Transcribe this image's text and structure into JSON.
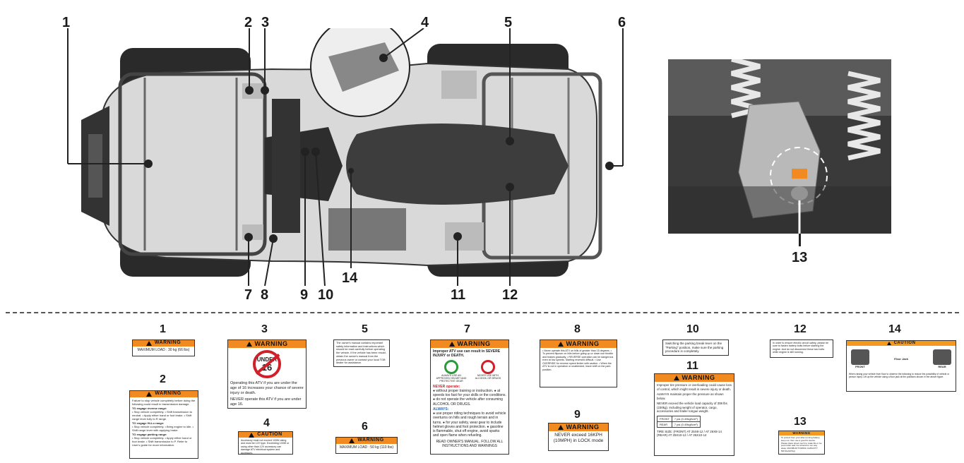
{
  "callouts": [
    "1",
    "2",
    "3",
    "4",
    "5",
    "6",
    "7",
    "8",
    "9",
    "10",
    "11",
    "12",
    "13",
    "14"
  ],
  "labels": {
    "l1": {
      "num": "1",
      "header": "WARNING",
      "text": "MAXIMUM LOAD : 30 kg (66 lbs)"
    },
    "l2": {
      "num": "2",
      "header": "WARNING",
      "text": "Failure to stop vehicle completely before doing the following could result in transmission damage.",
      "s1": "TO engage reverse range:",
      "s1b": "• Stop vehicle completely. • Shift transmission to neutral. • Apply either hand or foot brake. • Shift range lever fully to R range.",
      "s2": "TO engage Hi-Lo range:",
      "s2b": "• Stop vehicle completely. • Bring engine to idle. • Shift range lever with applying brake.",
      "s3": "TO engage parking range:",
      "s3b": "• Stop vehicle completely. • Apply either hand or foot brake. • Shift transmission to P. Refer to User's guide for more information."
    },
    "l3": {
      "num": "3",
      "header": "WARNING",
      "under": "UNDER",
      "age": "16",
      "text": "Operating this ATV if you are under the age of 16 increases your chance of severe injury or death.",
      "never": "NEVER operate this ATV if you are under age 16."
    },
    "l4": {
      "num": "4",
      "header": "CAUTION",
      "text": "Accessory must not exceed 100W rating and must be 12V type. Exceeding 100W or using other than 12V accessory can damage ATV electrical system and accessory."
    },
    "l5": {
      "num": "5",
      "text": "The owner's manual contains important safety information and instructions which should be read carefully before operating the vehicle. If the vehicle has been resold, obtain the owner's manual from the previous owner or contact your local TGB dealer for assistance."
    },
    "l6": {
      "num": "6",
      "header": "WARNING",
      "text": "MAXIMUM LOAD : 50 kg (110 lbs)"
    },
    "l7": {
      "num": "7",
      "header": "WARNING",
      "title": "Improper ATV use can result in SEVERE INJURY or DEATH.",
      "icon_a": "ALWAYS USE AN APPROVED HELMET AND PROTECTIVE GEAR",
      "icon_b": "NEVER USE WITH ALCOHOL OR DRUGS",
      "never": "NEVER operate:",
      "never_items": "● without proper training or instruction. ● at speeds too fast for your skills or the conditions. ● do not operate the vehicle after consuming ALCOHOL OR DRUGS.",
      "always": "ALWAYS:",
      "always_items": "● use proper riding techniques to avoid vehicle overturns on hills and rough terrain and in turns. ● for your safety, wear gear to include helmet gloves and foot protection. ● gasoline is flammable, shut off engine, avoid sparks and open flame when refueling.",
      "footer": "READ OWNER'S MANUAL. FOLLOW ALL INSTRUCTIONS AND WARNINGS"
    },
    "l8": {
      "num": "8",
      "header": "WARNING",
      "text": "• Never operate this ATV on hills of greater than 15 degrees. • To prevent flipover on hills before going up or down use throttle and brakes gradually. • REVERSE operation can be dangerous even at low speeds. Starting reversed difficult. • Use OVERRIDE for reverse speed limiter with caution. • When the ATV is not in operation or unattended, leave shift on the park position."
    },
    "l9": {
      "num": "9",
      "header": "WARNING",
      "line1": "NEVER exceed 16KPH",
      "line2": "(10MPH) in LOCK mode"
    },
    "l10": {
      "num": "10",
      "text": "Switching the parking break lever on the \"Parking\" position, make sure the parking procedure is completely."
    },
    "l11": {
      "num": "11",
      "header": "WARNING",
      "text": "Improper tire pressure or overloading could cause loss of control, which might result in severe injury or death.",
      "always": "ALWAYS maintain proper the pressure as shown below.",
      "never": "NEVER exceed the vehicle load capacity of 308 lbs (230kg). Including weight of operator, cargo, accessories and trailer tongue weight.",
      "table_front": "FRONT",
      "table_rear": "REAR",
      "val_front": "7 psi (0.49kgf/cm²)",
      "val_rear": "7 psi (0.49kgf/cm²)",
      "tire": "TIRE SIZE: (FRONT) AT 25X8-12 / AT 26X8-14  (REAR) AT 25X10-12 / AT 26X10-14"
    },
    "l12": {
      "num": "12",
      "text": "In order to ensure electric circuit safety, please be sure to fasten battery bolts before starting the engine. And do not disconnect these two bolts while engine is still running."
    },
    "l13": {
      "num": "13",
      "header": "WARNING",
      "text": "To protect from your after-running battery, keep not, then use a good fix device. Please place sheet much to make life or be push trash well, but should for our way away. MAXIMUM TOWING CAPACITY: 500 lbs(227kg)"
    },
    "l14": {
      "num": "14",
      "header": "CAUTION",
      "front": "FRONT",
      "rear": "REAR",
      "floor": "Floor Jack",
      "text": "When raising your vehicle from floor to observe the following to reduce the possibility of vehicle or person injury. Lift up the vehicle using a floor jack at the positions shown in the above figure."
    }
  },
  "colors": {
    "orange": "#f18a21",
    "dark": "#1a1a1a",
    "panel": "#3a3a3a"
  }
}
